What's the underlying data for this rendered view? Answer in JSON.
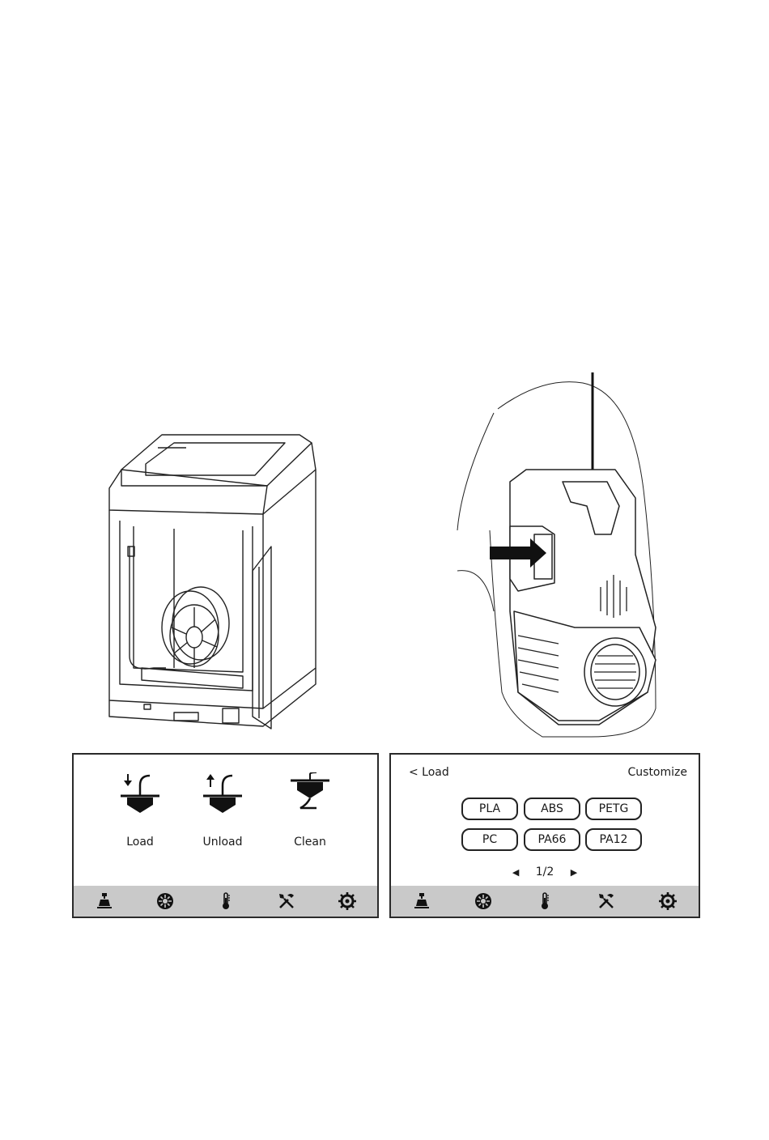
{
  "left_screen": {
    "actions": [
      {
        "label": "Load",
        "icon": "load-filament-icon"
      },
      {
        "label": "Unload",
        "icon": "unload-filament-icon"
      },
      {
        "label": "Clean",
        "icon": "clean-nozzle-icon"
      }
    ]
  },
  "right_screen": {
    "back_label": "< Load",
    "customize_label": "Customize",
    "materials": [
      "PLA",
      "ABS",
      "PETG",
      "PC",
      "PA66",
      "PA12"
    ],
    "page_indicator": "1/2",
    "prev_glyph": "◀",
    "next_glyph": "▶"
  },
  "tabbar_icons": [
    "print-icon",
    "filament-icon",
    "temperature-icon",
    "tools-icon",
    "settings-icon"
  ],
  "colors": {
    "tabbar": "#c9c9c9",
    "line": "#2a2a2a"
  }
}
